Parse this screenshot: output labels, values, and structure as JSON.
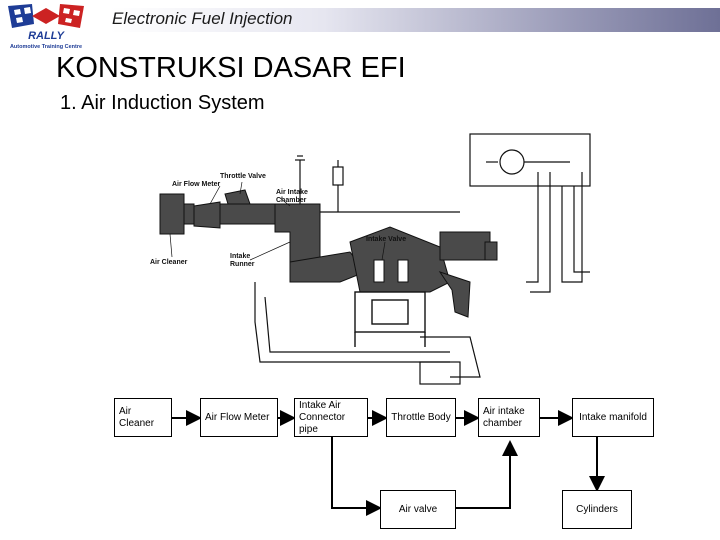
{
  "header": {
    "title": "Electronic Fuel Injection",
    "logo_text": "RALLY",
    "logo_subtext": "Automotive Training Centre"
  },
  "slide": {
    "title": "KONSTRUKSI DASAR EFI",
    "section": "1. Air Induction System"
  },
  "figure": {
    "labels": {
      "throttle_valve": "Throttle Valve",
      "air_flow_meter": "Air Flow Meter",
      "air_intake_chamber_1": "Air Intake",
      "air_intake_chamber_2": "Chamber",
      "intake_valve": "Intake Valve",
      "air_cleaner": "Air Cleaner",
      "intake_runner_1": "Intake",
      "intake_runner_2": "Runner"
    }
  },
  "flow": {
    "air_cleaner": "Air Cleaner",
    "air_flow_meter": "Air Flow  Meter",
    "intake_air_connector_pipe": "Intake Air Connector pipe",
    "throttle_body": "Throttle Body",
    "air_intake_chamber": "Air intake chamber",
    "intake_manifold": "Intake manifold",
    "air_valve": "Air valve",
    "cylinders": "Cylinders"
  },
  "colors": {
    "diagram_fill": "#4a4a4a",
    "header_gradient_end": "#6e7096",
    "logo_red": "#cc2222",
    "logo_blue": "#1e3c96"
  }
}
